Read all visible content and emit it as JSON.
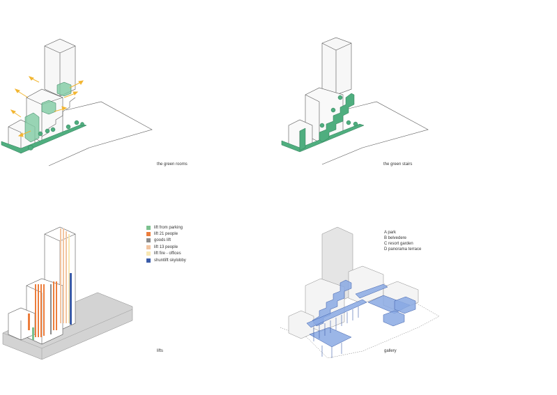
{
  "panels": {
    "green_rooms": {
      "caption": "the green rooms"
    },
    "green_stairs": {
      "caption": "the green stairs"
    },
    "lifts": {
      "caption": "lifts",
      "legend": [
        {
          "label": "lift from parking",
          "color": "#7cc18f"
        },
        {
          "label": "lift 21 people",
          "color": "#ec7d3c"
        },
        {
          "label": "goods lift",
          "color": "#8c8c8c"
        },
        {
          "label": "lift 13 people",
          "color": "#f3c5a1"
        },
        {
          "label": "lift fire - offices",
          "color": "#f8e7b3"
        },
        {
          "label": "shuntlift skylobby",
          "color": "#3a5ba8"
        }
      ]
    },
    "gallery": {
      "caption": "gallery",
      "keys": [
        "A park",
        "B belvedere",
        "C resort garden",
        "D panorama terrace"
      ]
    }
  },
  "colors": {
    "green": "#4fae7f",
    "green_light": "#7fcaa2",
    "arrow": "#f2b632",
    "blue": "#6f93d8",
    "blue_light": "#a9bfea",
    "grey_base": "#cfcfcf",
    "line": "#555555"
  }
}
